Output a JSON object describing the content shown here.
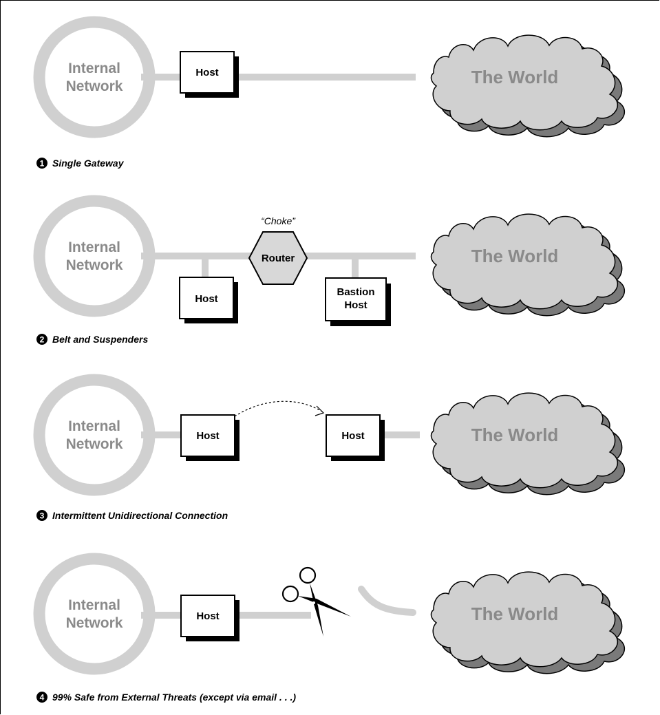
{
  "colors": {
    "link": "#d0d0d0",
    "label_gray": "#8a8a8a",
    "cloud_shadow": "#7a7a7a",
    "router_fill": "#d8d8d8"
  },
  "icons": [
    "cloud",
    "hexagon-router",
    "scissors",
    "numbered-bullet",
    "dashed-arrow"
  ],
  "panels": [
    {
      "network_label": [
        "Internal",
        "Network"
      ],
      "world_label": "The World",
      "hosts": [
        "Host"
      ],
      "caption_number": "1",
      "caption": "Single Gateway"
    },
    {
      "network_label": [
        "Internal",
        "Network"
      ],
      "world_label": "The World",
      "router_tag": "“Choke”",
      "router_label": "Router",
      "hosts": [
        "Host",
        [
          "Bastion",
          "Host"
        ]
      ],
      "caption_number": "2",
      "caption": "Belt and Suspenders"
    },
    {
      "network_label": [
        "Internal",
        "Network"
      ],
      "world_label": "The World",
      "hosts": [
        "Host",
        "Host"
      ],
      "caption_number": "3",
      "caption": "Intermittent Unidirectional Connection"
    },
    {
      "network_label": [
        "Internal",
        "Network"
      ],
      "world_label": "The World",
      "hosts": [
        "Host"
      ],
      "caption_number": "4",
      "caption": "99% Safe from External Threats (except via email . . .)"
    }
  ]
}
